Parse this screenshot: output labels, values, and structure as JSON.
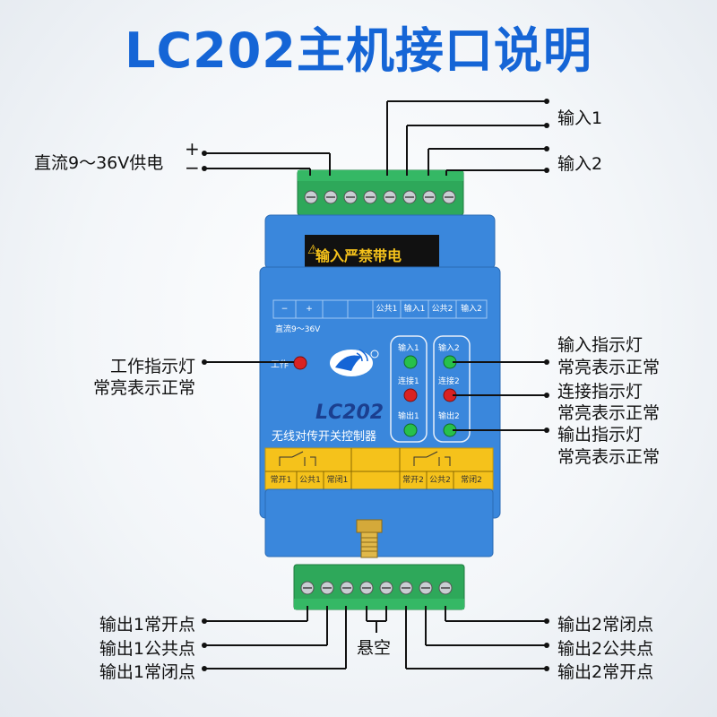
{
  "title": "LC202主机接口说明",
  "device": {
    "warning": "输入严禁带电",
    "brand": "LC202",
    "subtitle": "无线对传开关控制器",
    "top_cells": [
      "−",
      "+",
      "",
      "",
      "公共1",
      "输入1",
      "公共2",
      "输入2"
    ],
    "power_note": "直流9～36V",
    "work_led": "工作",
    "led_labels_left": [
      "输入1",
      "连接1",
      "输出1"
    ],
    "led_labels_right": [
      "输入2",
      "连接2",
      "输出2"
    ],
    "bottom_cells": [
      "常开1",
      "公共1",
      "常闭1",
      "",
      "",
      "常开2",
      "公共2",
      "常闭2"
    ],
    "colors": {
      "body": "#3a87dc",
      "terminal": "#2ea85a",
      "yellow": "#f5c21b",
      "led_green": "#27c04a",
      "led_red": "#d92222"
    }
  },
  "callouts": {
    "power": "直流9～36V供电",
    "plus": "+",
    "minus": "−",
    "input1": "输入1",
    "input2": "输入2",
    "work_led": [
      "工作指示灯",
      "常亮表示正常"
    ],
    "input_led": [
      "输入指示灯",
      "常亮表示正常"
    ],
    "link_led": [
      "连接指示灯",
      "常亮表示正常"
    ],
    "output_led": [
      "输出指示灯",
      "常亮表示正常"
    ],
    "out1_no": "输出1常开点",
    "out1_com": "输出1公共点",
    "out1_nc": "输出1常闭点",
    "floating": "悬空",
    "out2_nc": "输出2常闭点",
    "out2_com": "输出2公共点",
    "out2_no": "输出2常开点"
  }
}
